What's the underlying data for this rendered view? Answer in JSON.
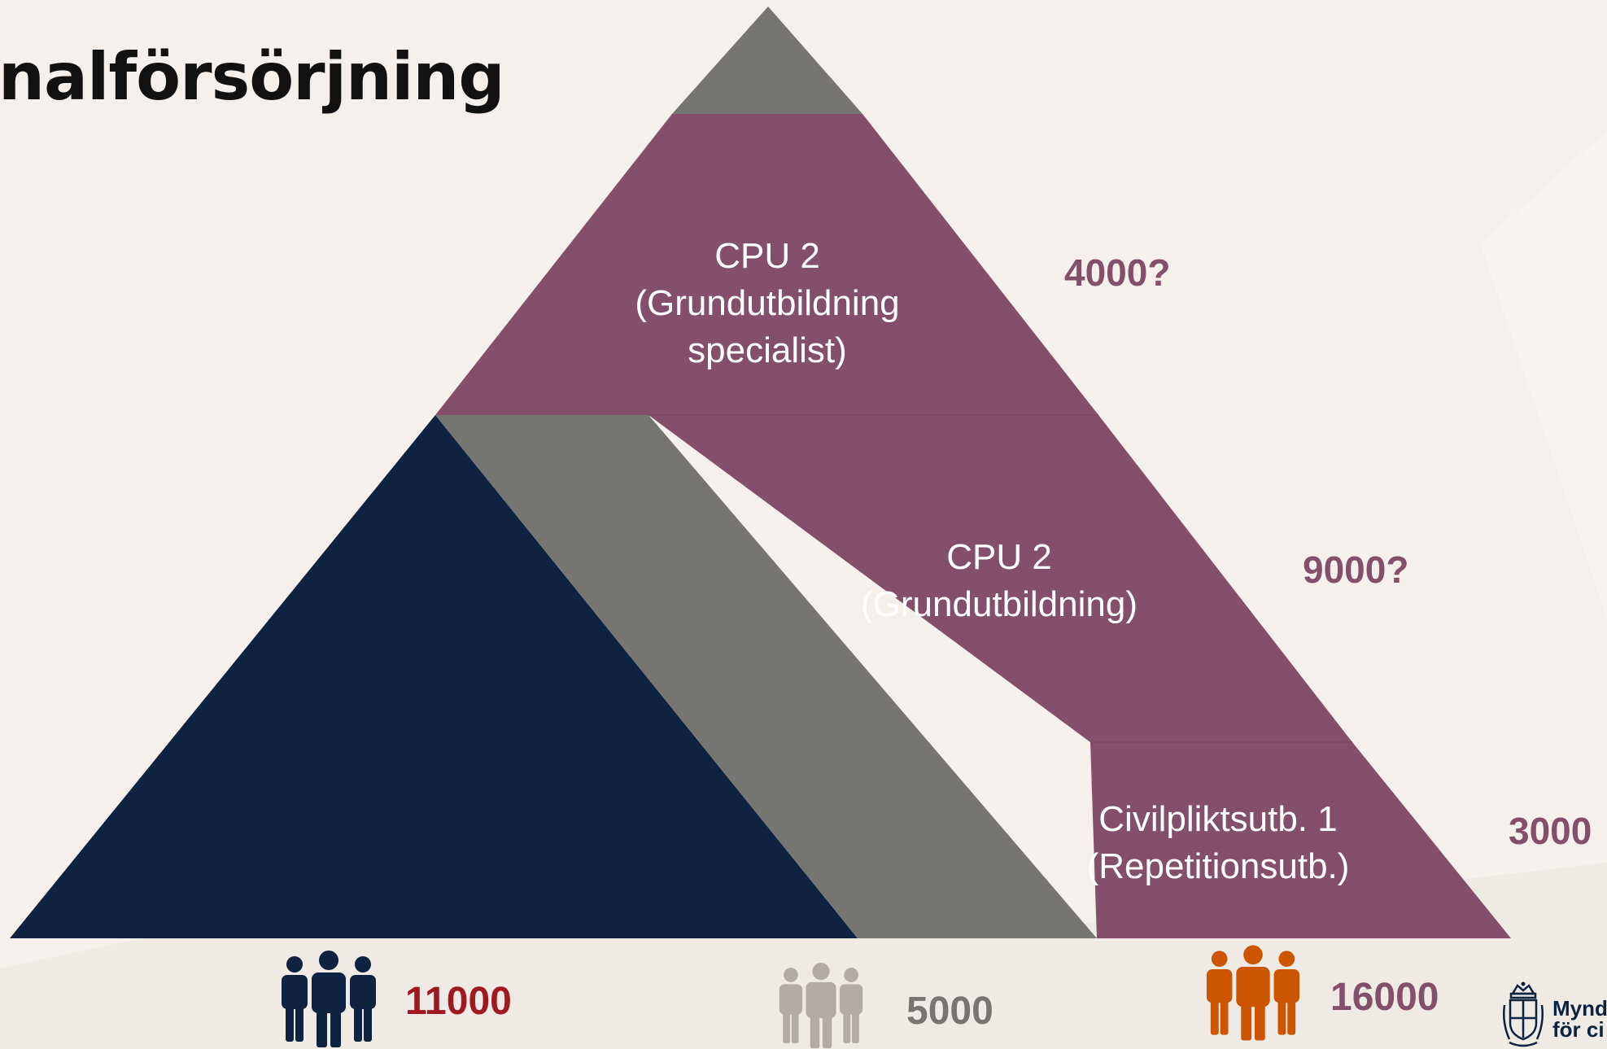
{
  "title": "nalförsörjning",
  "colors": {
    "background": "#f5f0eb",
    "navy": "#0f223f",
    "gray": "#767571",
    "plum": "#844f6b",
    "light_gray": "#b3aca5",
    "orange": "#cc5500",
    "red": "#a01820"
  },
  "pyramid": {
    "segments": [
      {
        "label_lines": [
          "CPU 2",
          "(Grundutbildning",
          "specialist)"
        ],
        "value": "4000?"
      },
      {
        "label_lines": [
          "CPU 2",
          "(Grundutbildning)"
        ],
        "value": "9000?"
      },
      {
        "label_lines": [
          "Civilpliktsutb. 1",
          "(Repetitionsutb.)"
        ],
        "value": "3000"
      }
    ]
  },
  "totals": [
    {
      "icon": "people-group-icon",
      "color": "#0f223f",
      "value": "11000",
      "value_color": "#a01820"
    },
    {
      "icon": "people-group-icon",
      "color": "#b3aca5",
      "value": "5000",
      "value_color": "#767571"
    },
    {
      "icon": "people-group-icon",
      "color": "#cc5500",
      "value": "16000",
      "value_color": "#844f6b"
    }
  ],
  "logo": {
    "icon": "coat-of-arms-icon",
    "lines": [
      "Mynd",
      "för ci"
    ]
  }
}
